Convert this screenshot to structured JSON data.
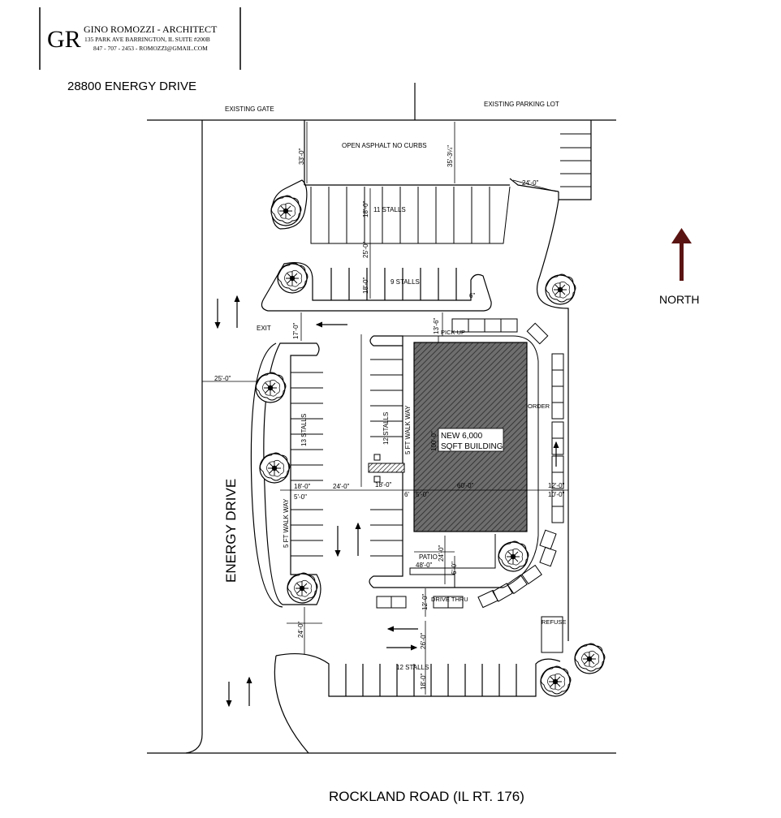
{
  "title_block": {
    "logo": "GR",
    "firm": "GINO ROMOZZI  -  ARCHITECT",
    "address": "135 PARK AVE BARRINGTON, IL  SUITE #200B",
    "contact": "847 - 707 - 2453  -  ROMOZZI@GMAIL.COM"
  },
  "project_address": "28800 ENERGY DRIVE",
  "roads": {
    "west": "ENERGY DRIVE",
    "south": "ROCKLAND ROAD (IL RT. 176)"
  },
  "north_label": "NORTH",
  "labels": {
    "existing_gate": "EXISTING GATE",
    "existing_parking": "EXISTING PARKING LOT",
    "open_asphalt": "OPEN ASPHALT NO CURBS",
    "exit": "EXIT",
    "pick_up": "PICK UP",
    "order": "ORDER",
    "patio": "PATIO",
    "drive_thru": "DRIVE THRU",
    "refuse": "REFUSE",
    "walkway": "5 FT WALK WAY",
    "building_line1": "NEW 6,000",
    "building_line2": "SQFT BUILDING"
  },
  "stalls": {
    "north_row": "11 STALLS",
    "middle_row": "9 STALLS",
    "west_row": "13 STALLS",
    "center_row": "12 STALLS",
    "south_row": "12 STALLS"
  },
  "dimensions": {
    "d_33": "33'-0\"",
    "d_35": "35'-3¼\"",
    "d_24_ne": "24'-0\"",
    "d_18_a": "18'-0\"",
    "d_25": "25'-0\"",
    "d_18_b": "18'-0\"",
    "d_6": "6\"",
    "d_17": "17'-0\"",
    "d_13": "13'-6\"",
    "d_25_west": "25'-0\"",
    "d_18_c": "18'-0\"",
    "d_24_mid": "24'-0\"",
    "d_5_a": "5'-0\"",
    "d_18_d": "18'-0\"",
    "d_6_b": "6'",
    "d_5_b": "5'-0\"",
    "d_60": "60'-0\"",
    "d_12": "12'-0\"",
    "d_10": "10'-0\"",
    "d_100": "100'-0\"",
    "d_48": "48'-0\"",
    "d_24_patio": "24'-0\"",
    "d_6_patio": "6'-0\"",
    "d_12_dt": "12'-0\"",
    "d_24_sw": "24'-0\"",
    "d_26": "26'-0\"",
    "d_18_e": "18'-0\""
  }
}
